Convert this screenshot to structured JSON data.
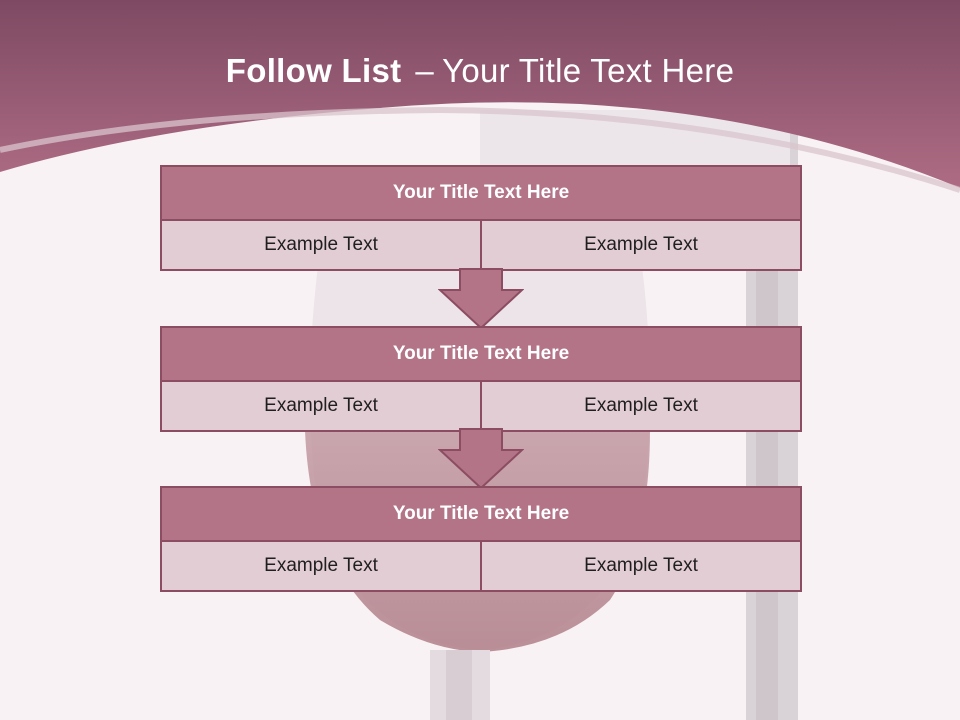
{
  "title": {
    "bold": "Follow List",
    "dash": "–",
    "rest": "Your Title Text Here"
  },
  "blocks": [
    {
      "title": "Your Title Text Here",
      "cells": [
        "Example Text",
        "Example Text"
      ]
    },
    {
      "title": "Your Title Text Here",
      "cells": [
        "Example Text",
        "Example Text"
      ]
    },
    {
      "title": "Your Title Text Here",
      "cells": [
        "Example Text",
        "Example Text"
      ]
    }
  ],
  "colors": {
    "header_band": "#a4617a",
    "title_fill": "#b37488",
    "cell_fill": "#e2cdd4",
    "border": "#8c4c62"
  },
  "icons": {
    "connector": "down-arrow-icon"
  }
}
